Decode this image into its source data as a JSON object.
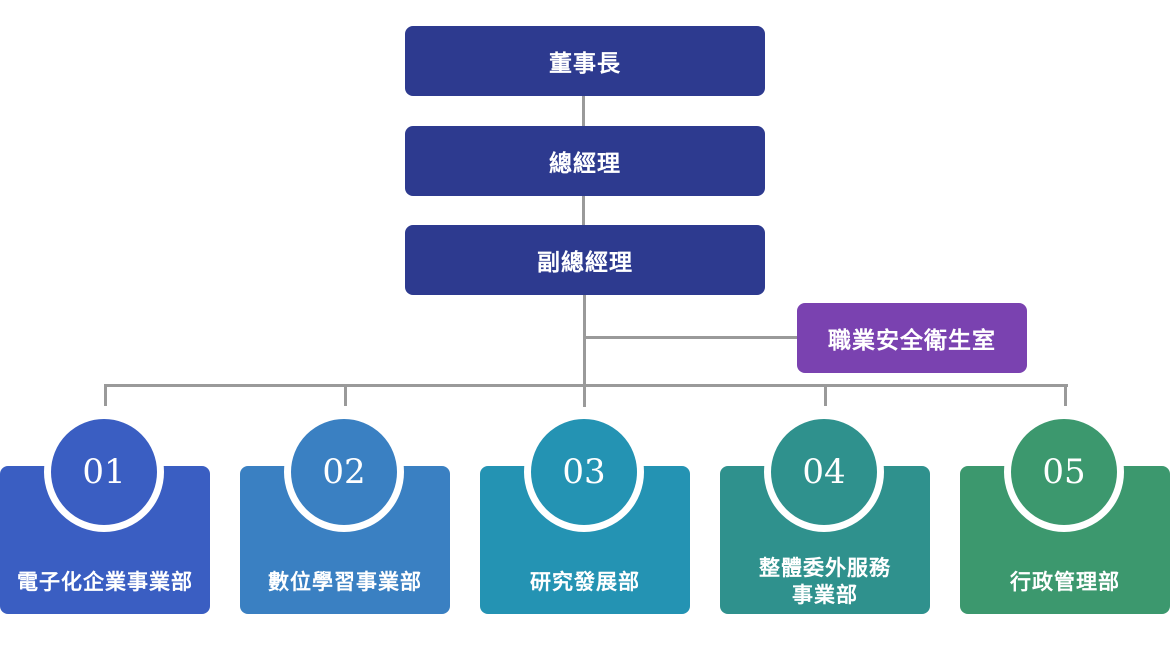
{
  "top_boxes": {
    "chairman": "董事長",
    "general_manager": "總經理",
    "deputy_general_manager": "副總經理"
  },
  "safety_office": "職業安全衛生室",
  "departments": [
    {
      "number": "01",
      "name": "電子化企業事業部",
      "color": "#3a5ec2"
    },
    {
      "number": "02",
      "name": "數位學習事業部",
      "color": "#3a80c2"
    },
    {
      "number": "03",
      "name": "研究發展部",
      "color": "#2493b3"
    },
    {
      "number": "04",
      "name": "整體委外服務事業部",
      "name_line2": "事業部",
      "name_line1": "整體委外服務",
      "color": "#2f918d"
    },
    {
      "number": "05",
      "name": "行政管理部",
      "color": "#3c986e"
    }
  ],
  "colors": {
    "top_box": "#2d3a8f",
    "safety_box": "#7a42b0",
    "connector": "#9a9a9a"
  }
}
